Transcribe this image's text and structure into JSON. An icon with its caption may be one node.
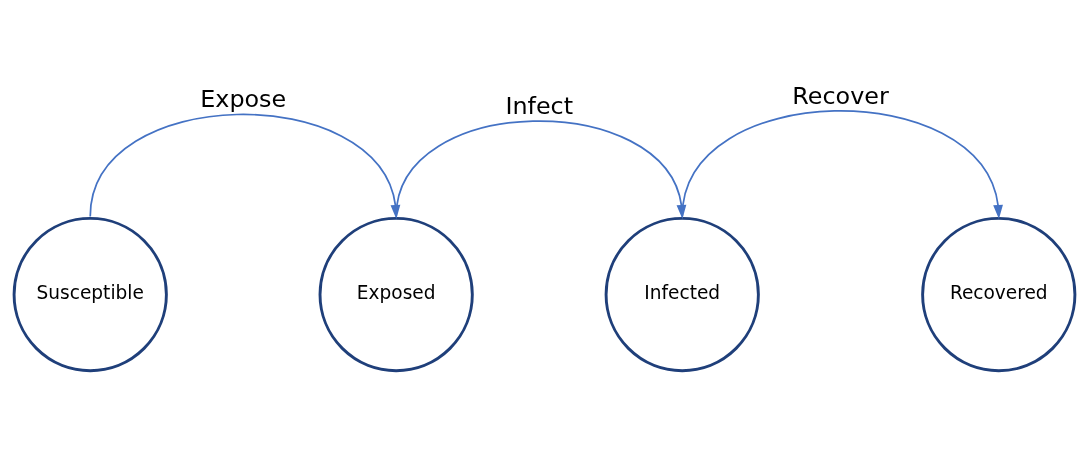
{
  "diagram": {
    "nodes": [
      {
        "text": [
          "Susceptible"
        ]
      },
      {
        "text": [
          "Exposed"
        ]
      },
      {
        "text": [
          "Infected"
        ]
      },
      {
        "text": [
          "Recovered"
        ]
      }
    ],
    "edges": [
      {
        "from": 0,
        "to": 1,
        "arrow": "to",
        "label": "Expose"
      },
      {
        "from": 1,
        "to": 2,
        "arrow": "to",
        "label": "Infect"
      },
      {
        "from": 2,
        "to": 3,
        "arrow": "to",
        "label": "Recover"
      }
    ]
  }
}
